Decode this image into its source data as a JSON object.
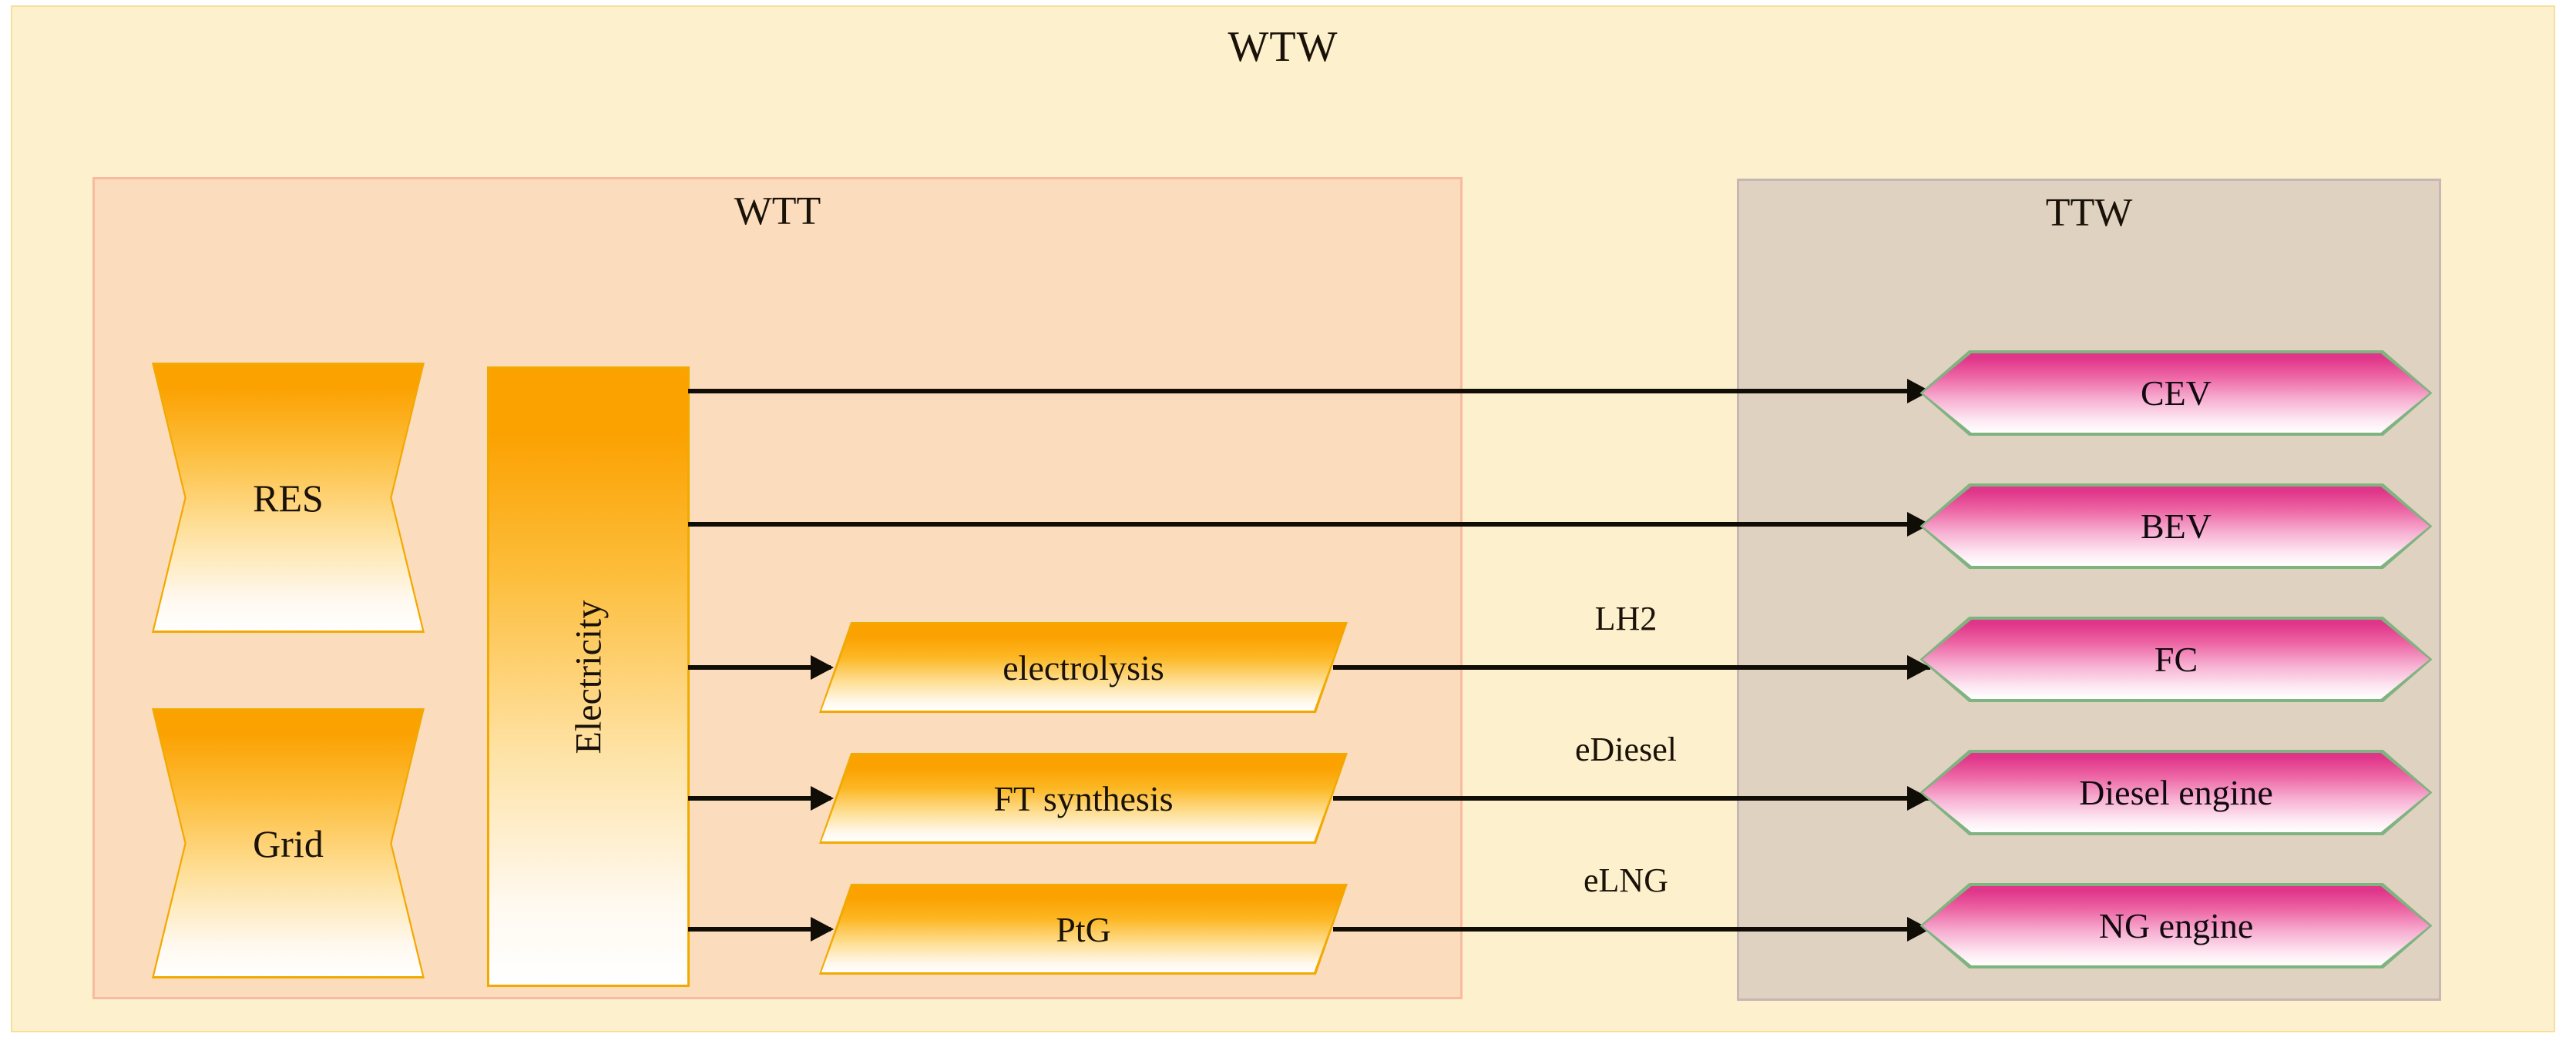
{
  "diagram": {
    "outer_panel": {
      "title": "WTW"
    },
    "wtt_panel": {
      "title": "WTT"
    },
    "ttw_panel": {
      "title": "TTW"
    },
    "sources": [
      {
        "id": "res",
        "label": "RES"
      },
      {
        "id": "grid",
        "label": "Grid"
      }
    ],
    "carrier_node": {
      "label": "Electricity"
    },
    "processes": [
      {
        "id": "electrolysis",
        "label": "electrolysis"
      },
      {
        "id": "ft-synthesis",
        "label": "FT synthesis"
      },
      {
        "id": "ptg",
        "label": "PtG"
      }
    ],
    "energy_carriers": [
      {
        "id": "lh2",
        "label": "LH2"
      },
      {
        "id": "ediesel",
        "label": "eDiesel"
      },
      {
        "id": "elng",
        "label": "eLNG"
      }
    ],
    "vehicles": [
      {
        "id": "cev",
        "label": "CEV"
      },
      {
        "id": "bev",
        "label": "BEV"
      },
      {
        "id": "fc",
        "label": "FC"
      },
      {
        "id": "diesel-engine",
        "label": "Diesel engine"
      },
      {
        "id": "ng-engine",
        "label": "NG engine"
      }
    ],
    "colors": {
      "wtw_background": "#FDF0CC",
      "wtw_border": "#F7DF9B",
      "wtt_background": "#FBDCBD",
      "wtt_border": "#F8BBA0",
      "ttw_background": "#DFD2C0",
      "ttw_border": "#C6B6B4",
      "source_fill_top": "#FBA100",
      "source_border": "#F2A900",
      "vehicle_fill_top": "#E0368A",
      "vehicle_border": "#7FB380",
      "connector": "#100C06"
    }
  }
}
